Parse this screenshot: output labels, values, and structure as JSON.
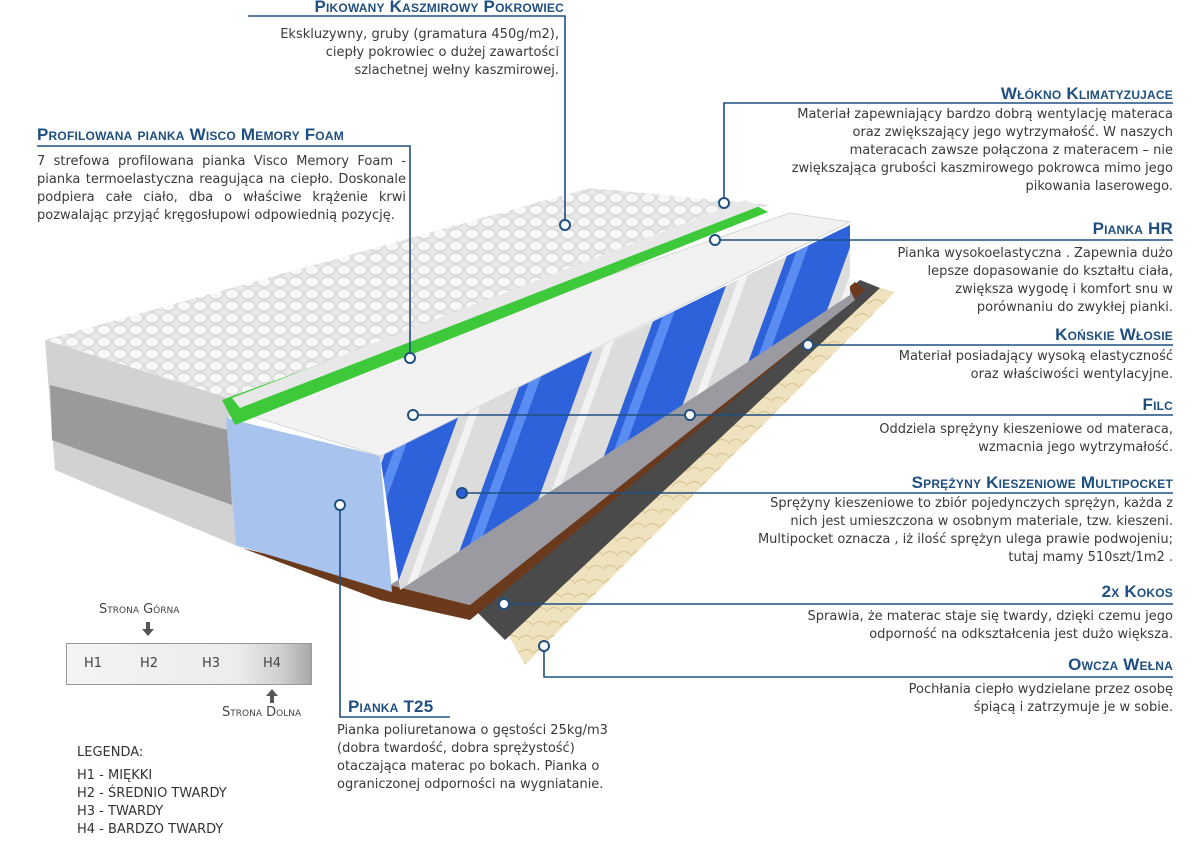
{
  "callouts": {
    "cover": {
      "title": "Pikowany Kaszmirowy Pokrowiec",
      "lines": [
        "Ekskluzywny, gruby (gramatura 450g/m2),",
        "ciepły pokrowiec o dużej zawartości",
        "szlachetnej wełny kaszmirowej."
      ]
    },
    "memory": {
      "title": "Profilowana pianka Wisco Memory Foam",
      "text": "7 strefowa profilowana pianka Visco Memory Foam - pianka termoelastyczna reagująca na ciepło. Doskonale podpiera całe ciało, dba o właściwe krążenie krwi pozwalając przyjąć kręgosłupowi odpowiednią pozycję."
    },
    "fiber": {
      "title": "Włókno Klimatyzujace",
      "lines": [
        "Materiał zapewniający bardzo dobrą wentylację materaca",
        "oraz zwiększający jego wytrzymałość. W naszych",
        "materacach zawsze połączona z materacem – nie",
        "zwiększająca grubości kaszmirowego pokrowca mimo jego",
        "pikowania laserowego."
      ]
    },
    "hr": {
      "title": "Pianka HR",
      "lines": [
        "Pianka wysokoelastyczna . Zapewnia dużo",
        "lepsze dopasowanie do kształtu ciała,",
        "zwiększa wygodę i komfort snu w",
        "porównaniu do zwykłej pianki."
      ]
    },
    "horsehair": {
      "title": "Końskie Włosie",
      "lines": [
        "Materiał posiadający wysoką elastyczność",
        "oraz właściwości wentylacyjne."
      ]
    },
    "felt": {
      "title": "Filc",
      "lines": [
        "Oddziela sprężyny kieszeniowe od materaca,",
        "wzmacnia jego wytrzymałość."
      ]
    },
    "springs": {
      "title": "Sprężyny Kieszeniowe  Multipocket",
      "lines": [
        "Sprężyny kieszeniowe to zbiór pojedynczych sprężyn, każda z",
        "nich jest umieszczona w osobnym materiale, tzw. kieszeni.",
        "Multipocket oznacza , iż ilość sprężyn ulega prawie podwojeniu;",
        "tutaj mamy 510szt/1m2 ."
      ]
    },
    "coconut": {
      "title": "2x Kokos",
      "lines": [
        "Sprawia, że materac staje się twardy, dzięki czemu jego",
        "odporność na odkształcenia jest dużo większa."
      ]
    },
    "wool": {
      "title": "Owcza Wełna",
      "lines": [
        "Pochłania ciepło wydzielane przez osobę",
        "śpiącą i zatrzymuje je w sobie."
      ]
    },
    "t25": {
      "title": "Pianka T25",
      "lines": [
        "Pianka poliuretanowa o gęstości 25kg/m3",
        "(dobra twardość, dobra sprężystość)",
        "otaczająca materac po bokach. Pianka o",
        "ograniczonej odporności na wygniatanie."
      ]
    }
  },
  "hardness": {
    "top_side": "Strona Górna",
    "bottom_side": "Strona Dolna",
    "scale": [
      "H1",
      "H2",
      "H3",
      "H4"
    ],
    "legend_title": "LEGENDA:",
    "legend": [
      "H1 - MIĘKKI",
      "H2 - ŚREDNIO TWARDY",
      "H3 - TWARDY",
      "H4 - BARDZO TWARDY"
    ]
  },
  "colors": {
    "accent": "#1f4f80",
    "spring_blue": "#2a5fd8",
    "memory_green": "#3ec93a"
  }
}
